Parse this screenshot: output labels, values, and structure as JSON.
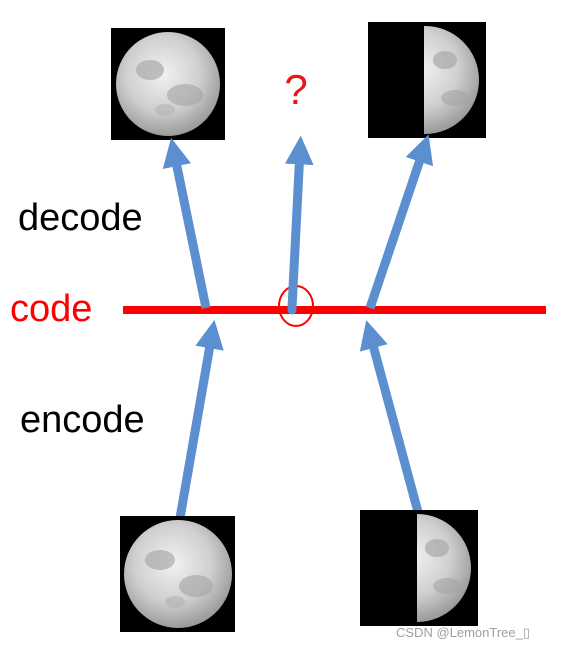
{
  "labels": {
    "decode": "decode",
    "code": "code",
    "encode": "encode",
    "question": "?"
  },
  "watermark": "CSDN @LemonTree_⁠▯",
  "colors": {
    "arrow": "#5b8fd0",
    "code_line": "#ff0000",
    "question": "#e0191b",
    "text": "#000000",
    "image_bg": "#000000",
    "moon_light": "#e6e6e6",
    "moon_mid": "#bdbdbd",
    "moon_dark": "#8a8a8a",
    "watermark": "#9aa0a6"
  },
  "images": {
    "full_moon": "full-moon-image",
    "half_moon": "half-moon-image"
  }
}
